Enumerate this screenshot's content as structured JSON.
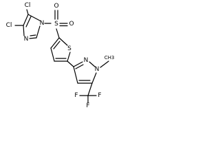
{
  "molecule": {
    "atoms": {
      "cl_top": "Cl",
      "cl_left": "Cl",
      "n_imid_1": "N",
      "n_imid_3": "N",
      "sulfonyl_s": "S",
      "sulfonyl_o1": "O",
      "sulfonyl_o2": "O",
      "thiophene_s": "S",
      "n_pyrazole_2": "N",
      "n_pyrazole_1": "N",
      "methyl": "CH3",
      "f_top": "F",
      "f_left": "F",
      "f_bottom": "F"
    }
  }
}
